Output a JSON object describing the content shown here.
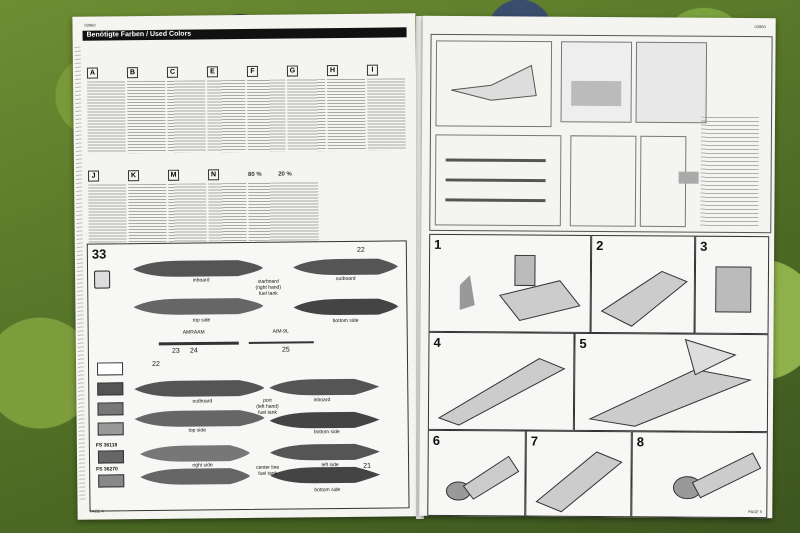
{
  "left_page": {
    "code": "03960",
    "title": "Benötigte Farben / Used Colors",
    "color_letters": [
      "A",
      "B",
      "C",
      "E",
      "F",
      "G",
      "H",
      "I",
      "J",
      "K",
      "M",
      "N"
    ],
    "ratios": [
      "80 %",
      "20 %"
    ],
    "step": "33",
    "labels": {
      "inboard_top": "inboard",
      "top_side_1": "top side",
      "starboard": "starboard\n(right hand)\nfuel tank",
      "outboard_top": "outboard",
      "bottom_side_1": "bottom side",
      "amraam": "AMRAAM",
      "aim9l": "AIM-9L",
      "outboard_mid": "outboard",
      "port": "port\n(left hand)\nfuel tank",
      "inboard_mid": "inboard",
      "top_side_2": "top side",
      "bottom_side_2": "bottom side",
      "right_side": "right side",
      "centerline": "center line\nfuel tank",
      "left_side": "left side",
      "bottom_side_3": "bottom side"
    },
    "part_numbers": [
      "22",
      "23",
      "24",
      "25",
      "22",
      "21"
    ],
    "fs_codes": [
      "FS 36118",
      "FS 36270"
    ],
    "page_label": "PAGE 4"
  },
  "right_page": {
    "code": "03960",
    "steps": [
      "1",
      "2",
      "3",
      "4",
      "5",
      "6",
      "7",
      "8"
    ],
    "page_label": "PAGE 5"
  }
}
